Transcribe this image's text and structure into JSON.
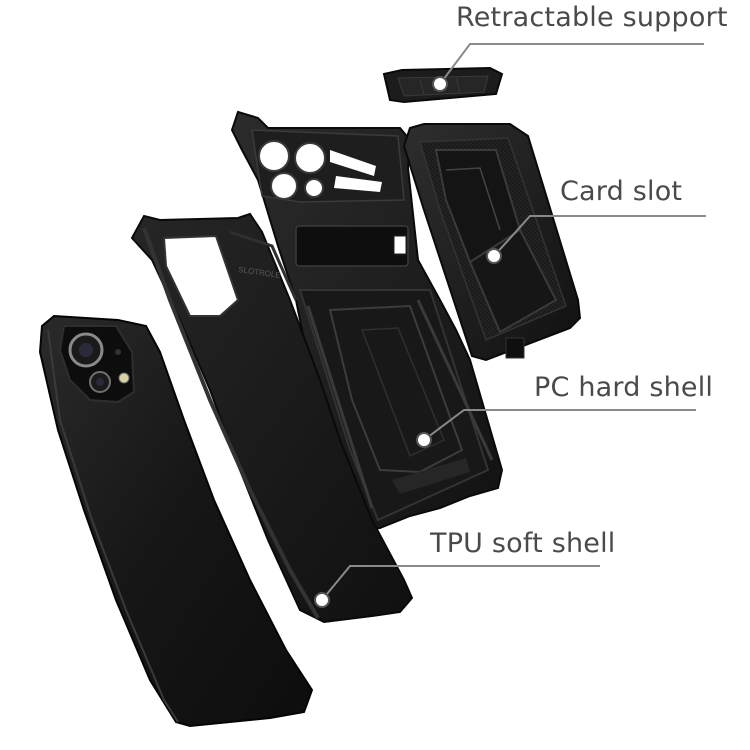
{
  "callouts": {
    "retractable_support": "Retractable support",
    "card_slot": "Card slot",
    "pc_hard_shell": "PC hard shell",
    "tpu_soft_shell": "TPU soft shell"
  },
  "engravings": {
    "tpu_side_text": "SLOTROLE"
  },
  "colors": {
    "background": "#ffffff",
    "case_black": "#151515",
    "phone_black": "#1a1a1a",
    "label_gray": "#4a4a4a",
    "leader_line": "#8a8a8a",
    "marker_fill": "#ffffff",
    "marker_ring": "#555555"
  }
}
